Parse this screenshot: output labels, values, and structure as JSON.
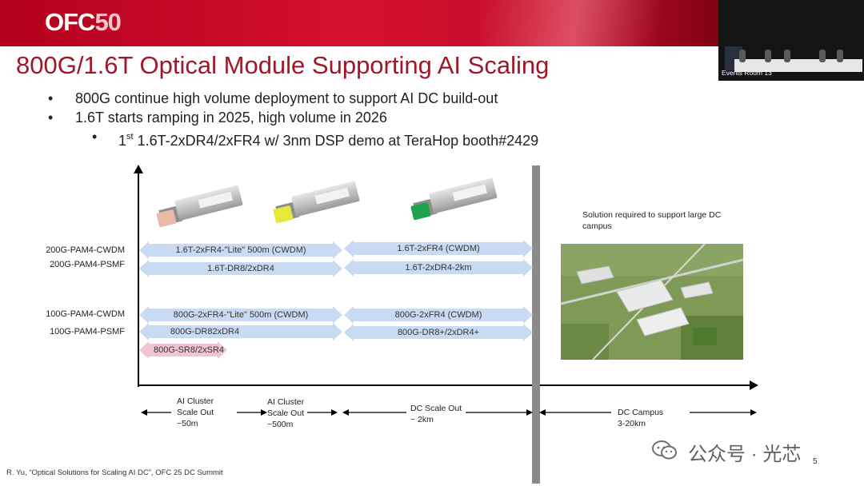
{
  "banner": {
    "logo_text": "OFC",
    "logo_number": "50",
    "colors": {
      "red": "#c30d2a",
      "dark": "#2a0008"
    }
  },
  "video_inset": {
    "caption": "Events Room 13"
  },
  "slide": {
    "title": "800G/1.6T Optical Module Supporting AI Scaling",
    "title_color": "#a3162a",
    "bullets": [
      {
        "marker": "•",
        "text": "800G continue high volume deployment to support AI DC build-out"
      },
      {
        "marker": "•",
        "text": "1.6T starts ramping in 2025, high volume in 2026"
      }
    ],
    "sub_bullet": {
      "marker": "•",
      "prefix": "1",
      "superscript": "st",
      "text": " 1.6T-2xDR4/2xFR4 w/ 3nm DSP demo at TeraHop booth#2429"
    }
  },
  "diagram": {
    "modules": [
      {
        "name": "module-icon-pink",
        "pull_color": "#e9b9a9"
      },
      {
        "name": "module-icon-yellow",
        "pull_color": "#e6e83a"
      },
      {
        "name": "module-icon-green",
        "pull_color": "#1fa34a"
      }
    ],
    "row_labels": [
      "200G-PAM4-CWDM",
      "200G-PAM4-PSMF",
      "100G-PAM4-CWDM",
      "100G-PAM4-PSMF"
    ],
    "bands": [
      {
        "text": "1.6T-2xFR4-\"Lite\" 500m (CWDM)",
        "color": "#c9dbf3"
      },
      {
        "text": "1.6T-DR8/2xDR4",
        "color": "#c9dbf3"
      },
      {
        "text": "1.6T-2xFR4 (CWDM)",
        "color": "#c9dbf3"
      },
      {
        "text": "1.6T-2xDR4-2km",
        "color": "#c9dbf3"
      },
      {
        "text": "800G-2xFR4-\"Lite\" 500m (CWDM)",
        "color": "#c9dbf3"
      },
      {
        "text": "800G-DR82xDR4",
        "color": "#c9dbf3"
      },
      {
        "text": "800G-SR8/2xSR4",
        "color": "#f2c4d2"
      },
      {
        "text": "800G-2xFR4 (CWDM)",
        "color": "#c9dbf3"
      },
      {
        "text": "800G-DR8+/2xDR4+",
        "color": "#c9dbf3"
      }
    ],
    "campus_note": "Solution required to support large DC campus",
    "campus_image": "dc-campus-aerial-photo",
    "x_sections": [
      {
        "line1": "AI Cluster",
        "line2": "Scale Out",
        "line3": "~50m"
      },
      {
        "line1": "AI Cluster",
        "line2": "Scale Out",
        "line3": "~500m"
      },
      {
        "line1": "DC Scale Out",
        "line2": "~ 2km"
      },
      {
        "line1": "DC Campus",
        "line2": "3-20km"
      }
    ]
  },
  "footer": {
    "citation": "R. Yu, “Optical Solutions for Scaling AI DC”, OFC 25 DC Summit",
    "page_number": "5"
  },
  "watermark": {
    "text": "公众号 · 光芯",
    "icon": "wechat-icon"
  }
}
